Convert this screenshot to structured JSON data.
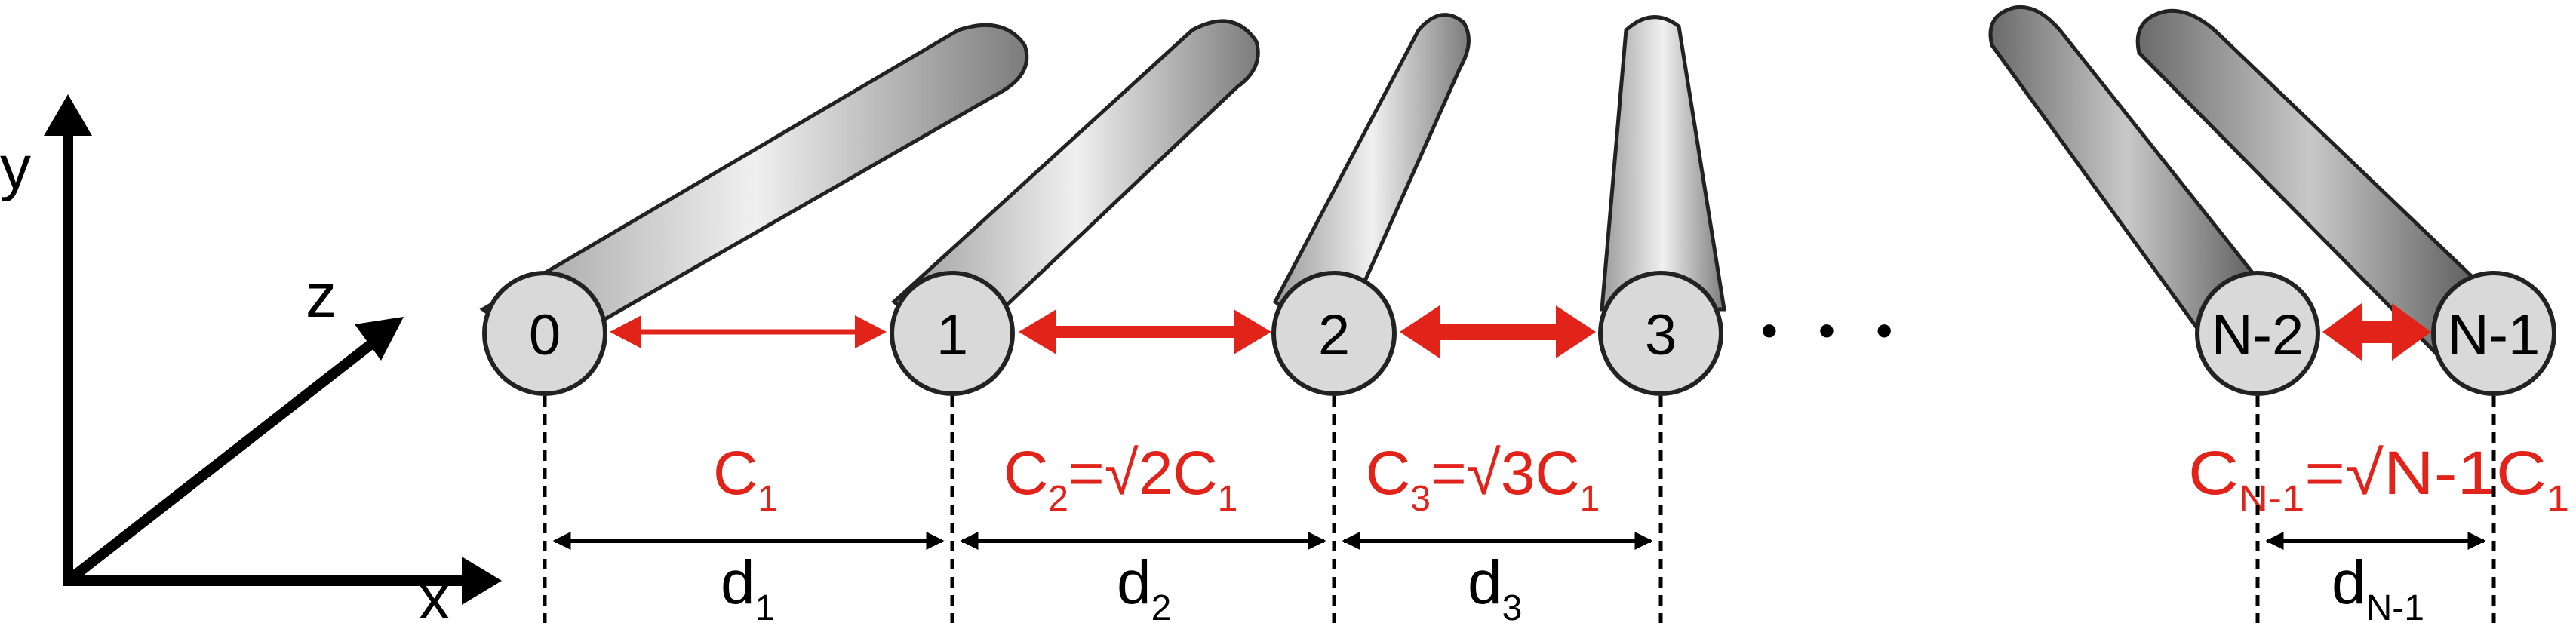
{
  "axes": {
    "x_label": "x",
    "y_label": "y",
    "z_label": "z"
  },
  "waveguides": [
    {
      "label": "0"
    },
    {
      "label": "1"
    },
    {
      "label": "2"
    },
    {
      "label": "3"
    },
    {
      "label": "N-2"
    },
    {
      "label": "N-1"
    }
  ],
  "ellipsis": "• • •",
  "couplings": [
    {
      "C": "C",
      "sub": "1",
      "expr": ""
    },
    {
      "C": "C",
      "sub": "2",
      "expr": "=√2C",
      "sub2": "1"
    },
    {
      "C": "C",
      "sub": "3",
      "expr": "=√3C",
      "sub2": "1"
    },
    {
      "C": "C",
      "sub": "N-1",
      "expr": "=√N-1C",
      "sub2": "1"
    }
  ],
  "spacings": [
    {
      "d": "d",
      "sub": "1"
    },
    {
      "d": "d",
      "sub": "2"
    },
    {
      "d": "d",
      "sub": "3"
    },
    {
      "d": "d",
      "sub": "N-1"
    }
  ],
  "colors": {
    "coupling": "#e2231a",
    "rod_light": "#f2f2f2",
    "rod_dark": "#8a8a8a",
    "outline": "#222222"
  }
}
